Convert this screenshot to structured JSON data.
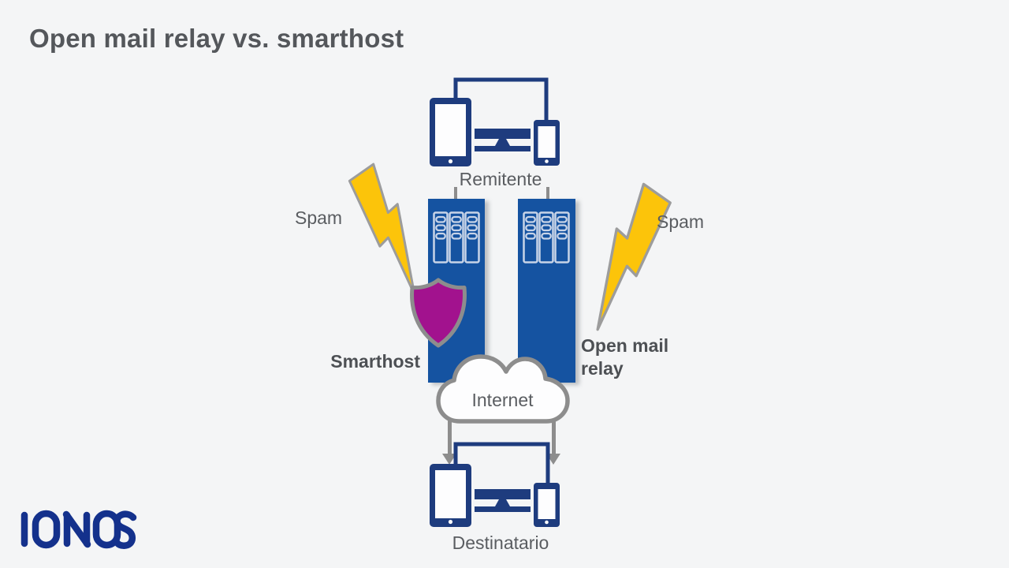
{
  "page": {
    "title": "Open mail relay vs. smarthost"
  },
  "brand": {
    "logo_text": "IONOS"
  },
  "diagram": {
    "sender_label": "Remitente",
    "recipient_label": "Destinatario",
    "internet_label": "Internet",
    "smarthost_label": "Smarthost",
    "open_relay_lines": [
      "Open mail",
      "relay"
    ],
    "spam_left_label": "Spam",
    "spam_right_label": "Spam",
    "icons": {
      "sender": "devices-cluster-icon (tablet, monitor, phone)",
      "recipient": "devices-cluster-icon (tablet, monitor, phone)",
      "servers": "server-rack-icon",
      "threat": "lightning-bolt-icon",
      "protection": "shield-icon",
      "network": "cloud-icon",
      "flow": "down-arrow-icon"
    },
    "colors": {
      "background": "#f4f5f6",
      "title_text": "#54575b",
      "label_text": "#5a5d61",
      "bold_label_text": "#4d5054",
      "device_navy": "#1e3c7e",
      "pillar_blue": "#1553a1",
      "rack_outline": "#c8d4e8",
      "bolt_yellow": "#fcc40a",
      "shield_magenta": "#a2128e",
      "outline_gray": "#8d8d8d",
      "logo_navy": "#14318c"
    }
  }
}
